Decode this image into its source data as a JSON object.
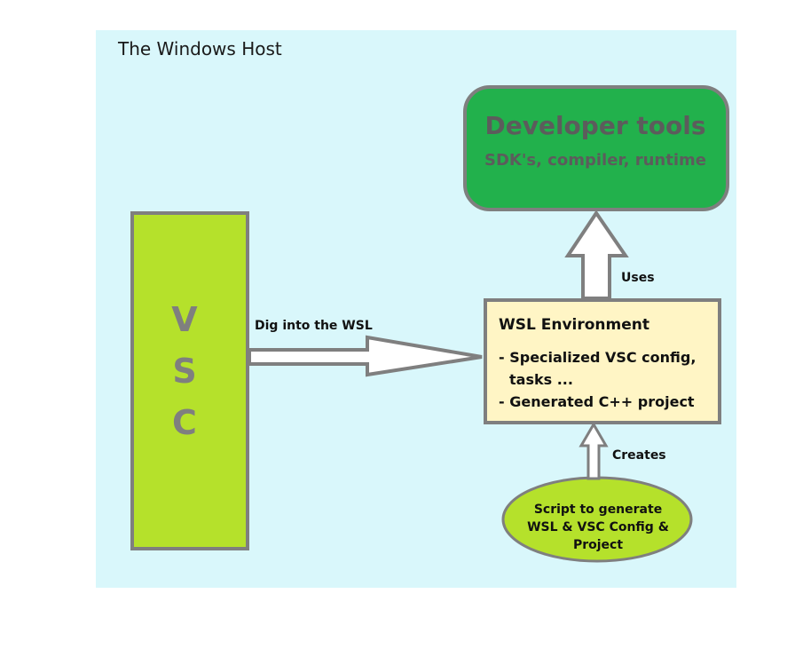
{
  "host": {
    "title": "The Windows Host"
  },
  "vsc": {
    "letters": [
      "V",
      "S",
      "C"
    ]
  },
  "developer_tools": {
    "title": "Developer tools",
    "subtitle": "SDK's, compiler, runtime"
  },
  "wsl": {
    "title": "WSL Environment",
    "items": [
      "- Specialized VSC config,",
      "tasks ...",
      "- Generated C++ project"
    ]
  },
  "script": {
    "lines": [
      "Script to generate",
      "WSL & VSC Config &",
      "Project"
    ]
  },
  "edges": {
    "dig": "Dig into the WSL",
    "uses": "Uses",
    "creates": "Creates"
  },
  "colors": {
    "host_bg": "#d9f7fb",
    "vsc_fill": "#b5e12b",
    "devtools_fill": "#22b14c",
    "wsl_fill": "#fff5c5",
    "script_fill": "#b5e12b",
    "outline": "#7f7f7f"
  }
}
